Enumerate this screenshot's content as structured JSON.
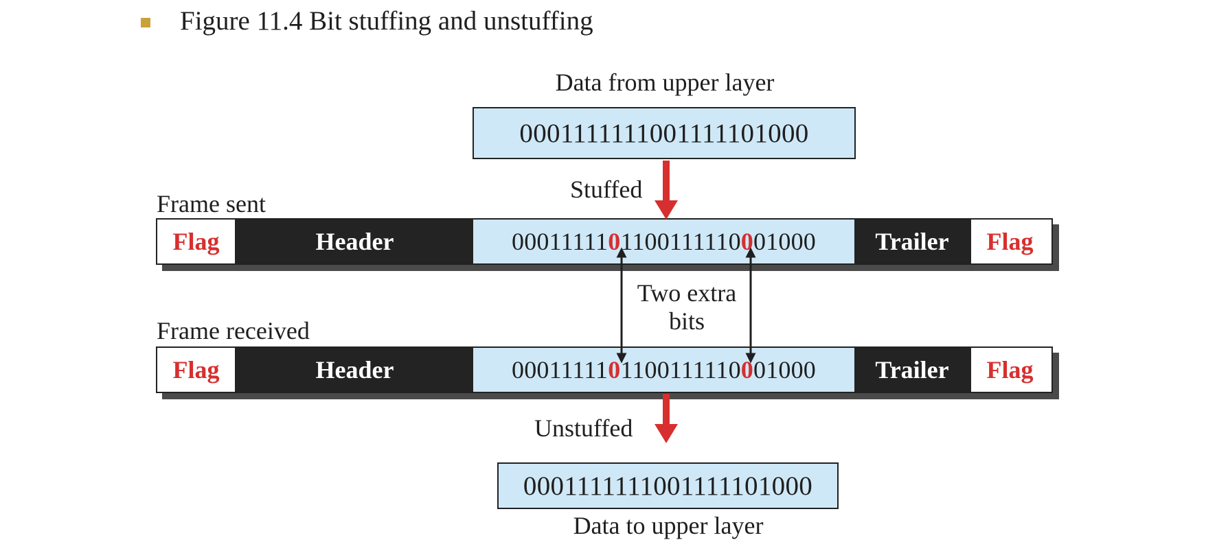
{
  "figure_title": "Figure 11.4  Bit stuffing and unstuffing",
  "data_from_upper_layer": {
    "label": "Data from upper layer",
    "bits": "0001111111001111101000"
  },
  "stuffed_label": "Stuffed",
  "frame_sent": {
    "label": "Frame sent",
    "flag_left": "Flag",
    "header": "Header",
    "payload": {
      "part1": "00011111",
      "extra_bit1": "0",
      "part2": "1100111110",
      "extra_bit2": "0",
      "part3": "01000"
    },
    "trailer": "Trailer",
    "flag_right": "Flag"
  },
  "extra_bits_note": {
    "line1": "Two extra",
    "line2": "bits"
  },
  "frame_received": {
    "label": "Frame received",
    "flag_left": "Flag",
    "header": "Header",
    "payload": {
      "part1": "00011111",
      "extra_bit1": "0",
      "part2": "1100111110",
      "extra_bit2": "0",
      "part3": "01000"
    },
    "trailer": "Trailer",
    "flag_right": "Flag"
  },
  "unstuffed_label": "Unstuffed",
  "data_to_upper_layer": {
    "label": "Data to upper layer",
    "bits": "0001111111001111101000"
  },
  "colors": {
    "data_fill": "#cfe8f7",
    "header_trailer_fill": "#232323",
    "flag_text": "#d72f2f",
    "stuffed_bit": "#d72f2f",
    "arrow": "#d72f2f",
    "bullet": "#c9a23a"
  }
}
